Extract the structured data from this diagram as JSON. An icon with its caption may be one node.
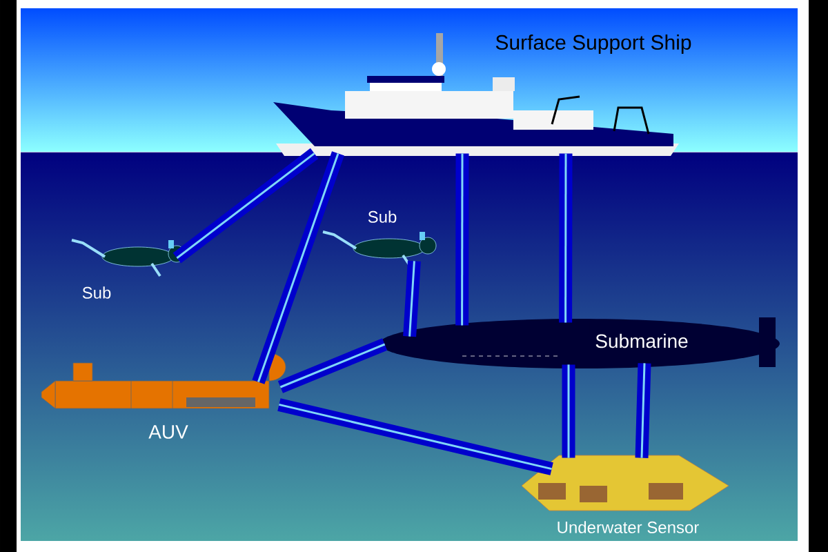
{
  "diagram": {
    "nodes": [
      {
        "text": [
          "Surface Support Ship"
        ]
      },
      {
        "text": [
          "Sub"
        ]
      },
      {
        "text": [
          "Sub"
        ]
      },
      {
        "text": [
          "AUV"
        ]
      },
      {
        "text": [
          "Submarine"
        ]
      },
      {
        "text": [
          "Underwater Sensor"
        ]
      }
    ],
    "edges": [
      {
        "from": 0,
        "to": 1,
        "arrow": "none"
      },
      {
        "from": 0,
        "to": 3,
        "arrow": "none"
      },
      {
        "from": 0,
        "to": 4,
        "arrow": "none"
      },
      {
        "from": 0,
        "to": 4,
        "arrow": "none"
      },
      {
        "from": 2,
        "to": 4,
        "arrow": "none"
      },
      {
        "from": 3,
        "to": 4,
        "arrow": "none"
      },
      {
        "from": 3,
        "to": 5,
        "arrow": "none"
      },
      {
        "from": 4,
        "to": 5,
        "arrow": "none"
      },
      {
        "from": 4,
        "to": 5,
        "arrow": "none"
      }
    ]
  }
}
